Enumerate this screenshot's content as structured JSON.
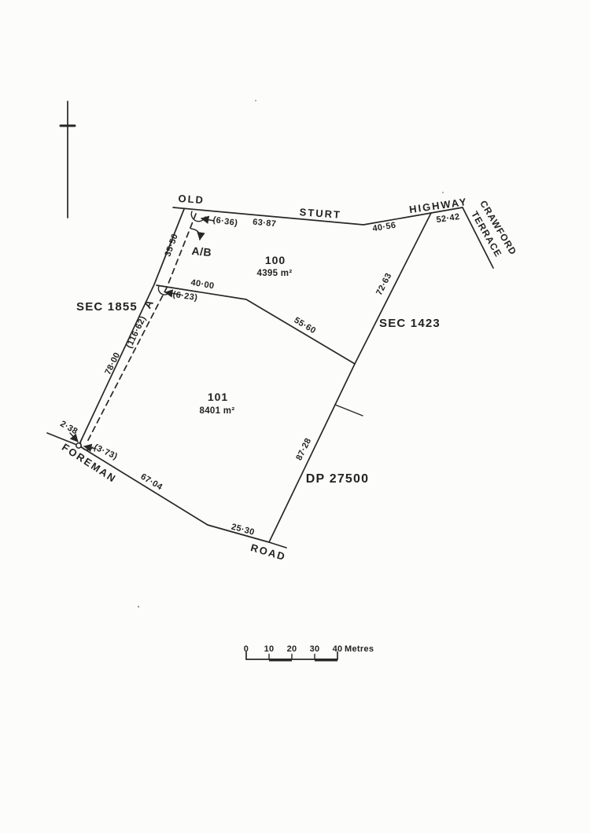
{
  "plan": {
    "street_labels": {
      "old": "OLD",
      "sturt": "STURT",
      "highway": "HIGHWAY",
      "crawford": "CRAWFORD",
      "terrace": "TERRACE",
      "foreman": "FOREMAN",
      "road": "ROAD"
    },
    "parcel_labels": {
      "sec_west": "SEC 1855",
      "sec_east": "SEC 1423",
      "dp": "DP 27500",
      "lot100": {
        "number": "100",
        "area": "4395 m²"
      },
      "lot101": {
        "number": "101",
        "area": "8401 m²"
      },
      "point_ab": "A/B",
      "point_a": "A"
    },
    "dimensions": {
      "hwy_63_87": "63·87",
      "hwy_40_56": "40·56",
      "hwy_52_42": "52·42",
      "west_35_50": "35·50",
      "west_78_00": "78·00",
      "west_dashed_116_62": "(116·62)",
      "offset_6_36": "(6·36)",
      "offset_6_23": "(6·23)",
      "offset_3_73": "(3·73)",
      "internal_40_00": "40·00",
      "internal_55_60": "55·60",
      "east_72_63": "72·63",
      "east_87_28": "87·28",
      "road_2_38": "2·38",
      "road_67_04": "67·04",
      "road_25_30": "25·30"
    },
    "scale_bar": {
      "ticks": [
        "0",
        "10",
        "20",
        "30",
        "40"
      ],
      "unit": "Metres"
    },
    "colors": {
      "ink": "#272727",
      "paper": "#fcfcfa"
    }
  }
}
